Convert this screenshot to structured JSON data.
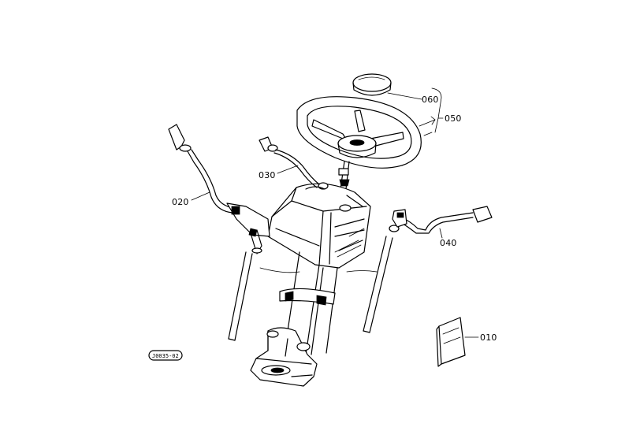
{
  "diagram": {
    "callouts": [
      {
        "id": "060",
        "label": "060"
      },
      {
        "id": "050",
        "label": "050"
      },
      {
        "id": "030",
        "label": "030"
      },
      {
        "id": "020",
        "label": "020"
      },
      {
        "id": "040",
        "label": "040"
      },
      {
        "id": "010",
        "label": "010"
      }
    ],
    "stamp": "J0035-02"
  }
}
